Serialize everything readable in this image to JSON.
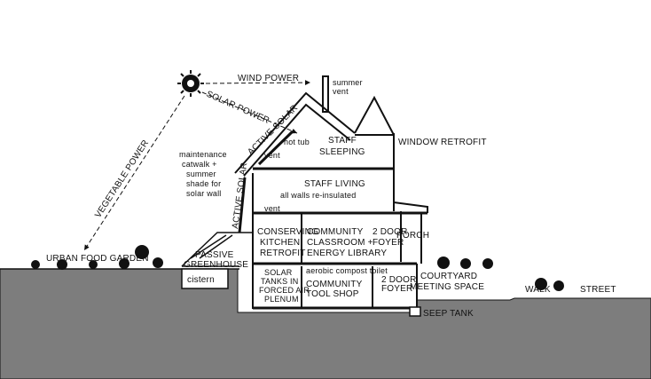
{
  "labels": {
    "wind_power": "WIND POWER",
    "summer_vent_1": "summer",
    "summer_vent_2": "vent",
    "solar_power": "SOLAR POWER",
    "active_solar_roof": "ACTIVE SOLAR",
    "vegetable_power": "VEGETABLE POWER",
    "maintenance_1": "maintenance",
    "maintenance_2": "catwalk +",
    "maintenance_3": "summer",
    "maintenance_4": "shade for",
    "maintenance_5": "solar wall",
    "vent_upper": "vent",
    "hot_tub": "hot tub",
    "staff_sleeping_1": "STAFF",
    "staff_sleeping_2": "SLEEPING",
    "window_retrofit": "WINDOW RETROFIT",
    "staff_living": "STAFF LIVING",
    "walls_reinsulated": "all walls re-insulated",
    "active_solar_wall": "ACTIVE SOLAR",
    "vent_lower": "vent",
    "kitchen_1": "CONSERVING",
    "kitchen_2": "KITCHEN",
    "kitchen_3": "RETROFIT",
    "classroom_1": "COMMUNITY",
    "classroom_2": "CLASSROOM +",
    "classroom_3": "ENERGY LIBRARY",
    "door_foyer_upper_1": "2 DOOR",
    "door_foyer_upper_2": "FOYER",
    "porch": "PORCH",
    "urban_food_garden": "URBAN FOOD GARDEN",
    "passive_greenhouse_1": "PASSIVE",
    "passive_greenhouse_2": "GREENHOUSE",
    "cistern": "cistern",
    "solar_tanks_1": "SOLAR",
    "solar_tanks_2": "TANKS IN",
    "solar_tanks_3": "FORCED AIR",
    "solar_tanks_4": "PLENUM",
    "compost_toilet": "aerobic compost toilet",
    "tool_shop_1": "COMMUNITY",
    "tool_shop_2": "TOOL SHOP",
    "door_foyer_lower_1": "2 DOOR",
    "door_foyer_lower_2": "FOYER",
    "courtyard_1": "COURTYARD",
    "courtyard_2": "MEETING SPACE",
    "walk": "WALK",
    "street": "STREET",
    "seep_tank": "SEEP TANK"
  },
  "colors": {
    "ink": "#111111",
    "ground": "#7d7d7d",
    "paper": "#ffffff"
  },
  "icons": [
    "sun-icon"
  ]
}
